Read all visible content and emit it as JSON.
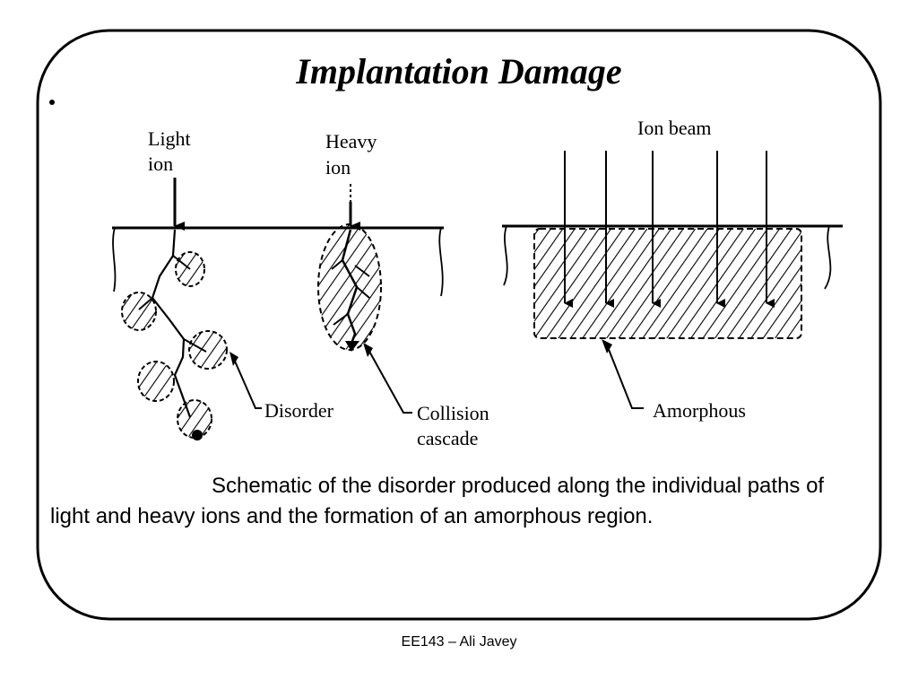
{
  "slide": {
    "title": "Implantation Damage",
    "footer": "EE143 – Ali Javey"
  },
  "diagram": {
    "light_ion_label": [
      "Light",
      "ion"
    ],
    "heavy_ion_label": [
      "Heavy",
      "ion"
    ],
    "ion_beam_label": "Ion beam",
    "disorder_label": "Disorder",
    "collision_cascade_label": [
      "Collision",
      "cascade"
    ],
    "amorphous_label": "Amorphous"
  },
  "caption": {
    "line1": "Schematic of the disorder produced along the individual paths of",
    "line2": "light and heavy ions and the formation of an amorphous region."
  }
}
